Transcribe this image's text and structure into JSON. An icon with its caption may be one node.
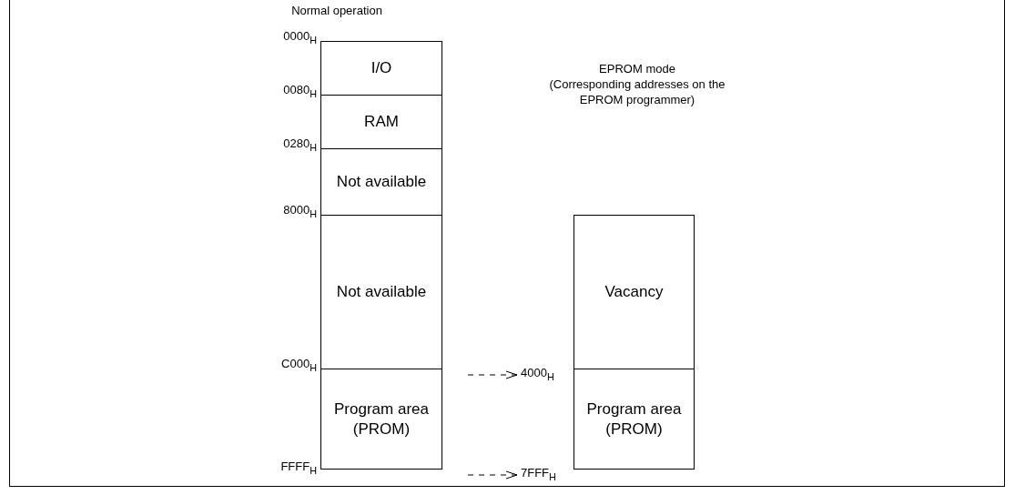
{
  "diagram": {
    "nodes": [
      {
        "text": [
          "0000$_{H}$"
        ]
      },
      {
        "text": [
          "I/O"
        ]
      },
      {
        "text": [
          "0080$_{H}$"
        ]
      },
      {
        "text": [
          "RAM"
        ]
      },
      {
        "text": [
          "0280$_{H}$"
        ]
      },
      {
        "text": [
          "Not available"
        ]
      },
      {
        "text": [
          "8000$_{H}$"
        ]
      },
      {
        "text": [
          "Not available"
        ]
      },
      {
        "text": [
          "Vacancy"
        ]
      },
      {
        "text": [
          "C000$_{H}$"
        ]
      },
      {
        "text": [
          "4000$_{H}$"
        ]
      },
      {
        "text": [
          "Program area (PROM)"
        ]
      },
      {
        "text": [
          "Program area (PROM)"
        ]
      },
      {
        "text": [
          "FFFF$_{H}$"
        ]
      },
      {
        "text": [
          "7FFF$_{H}$"
        ]
      }
    ],
    "edges": [
      {
        "from": null,
        "to": 10,
        "arrow": "to",
        "style": "dashed"
      },
      {
        "from": null,
        "to": 14,
        "arrow": "to",
        "style": "dashed"
      }
    ],
    "labels": [
      "Normal operation",
      "EPROM mode",
      "(Corresponding addresses on the EPROM programmer)"
    ]
  }
}
